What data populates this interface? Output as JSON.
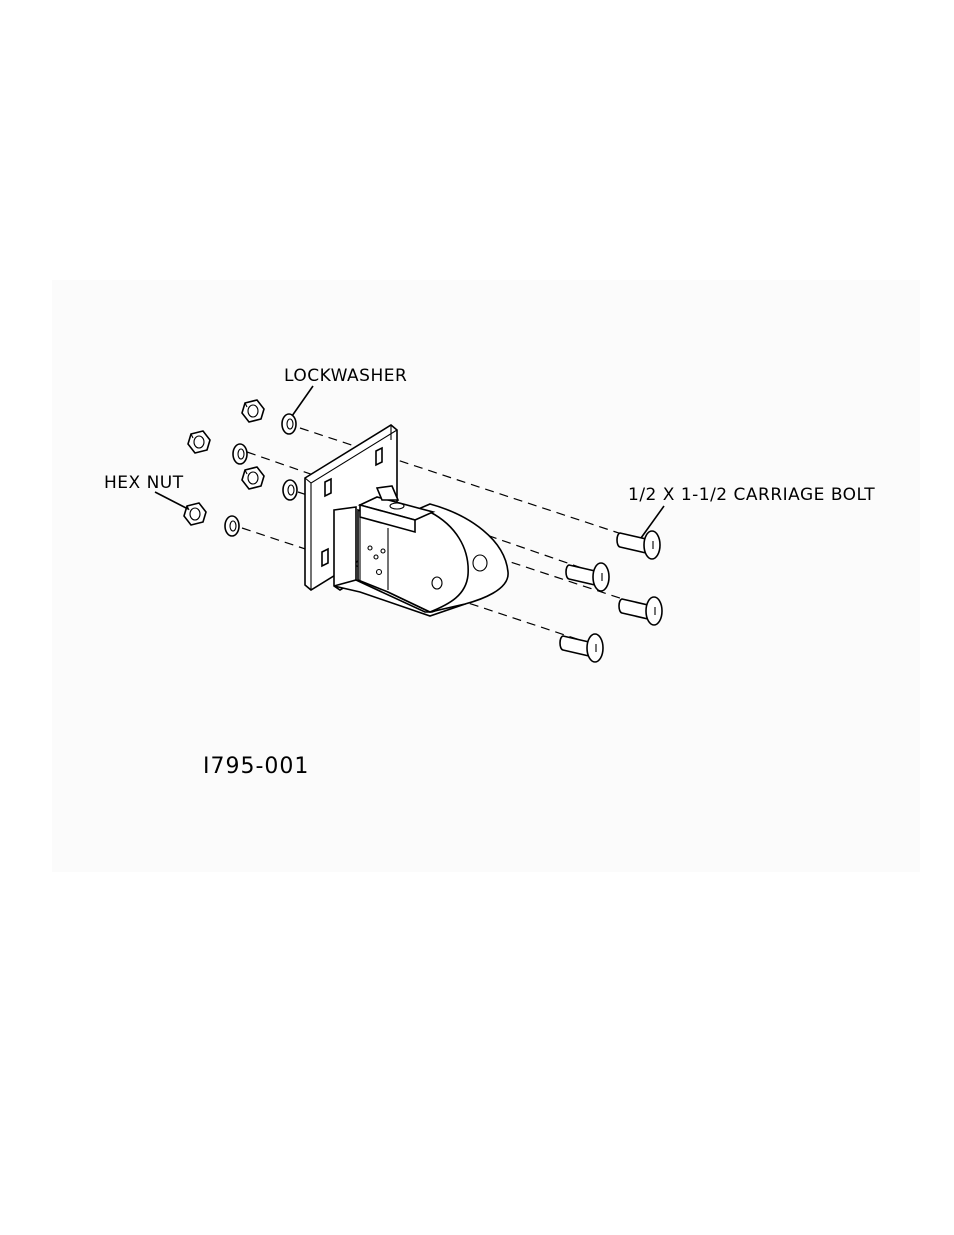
{
  "labels": {
    "lockwasher": "LOCKWASHER",
    "hex_nut": "HEX NUT",
    "carriage_bolt": "1/2 X 1-1/2 CARRIAGE BOLT",
    "drawing_number": "I795-001"
  },
  "colors": {
    "ink": "#000000",
    "paper": "#ffffff",
    "panel": "#fbfbfb"
  },
  "parts": [
    "hex nut",
    "lockwasher",
    "mounting plate",
    "hinge bracket",
    "carriage bolt"
  ]
}
